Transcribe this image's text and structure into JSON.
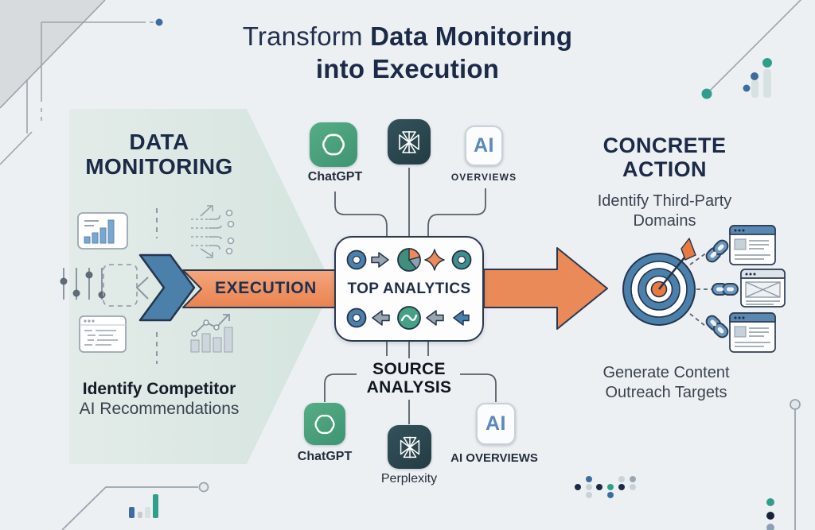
{
  "title": {
    "regular": "Transform ",
    "bold": "Data Monitoring",
    "line2": "into Execution"
  },
  "left_section": {
    "heading1": "DATA",
    "heading2": "MONITORING",
    "caption_bold": "Identify Competitor",
    "caption_regular": "AI Recommendations"
  },
  "flow": {
    "banner_label": "EXECUTION",
    "box_title": "TOP ANALYTICS"
  },
  "ai_tools_top": {
    "chatgpt_label": "ChatGPT",
    "overviews_label": "OVERVIEWS",
    "ai_badge": "AI"
  },
  "source_analysis": {
    "heading1": "SOURCE",
    "heading2": "ANALYSIS",
    "chatgpt_label": "ChatGPT",
    "perplexity_label": "Perplexity",
    "overviews_label": "AI OVERVIEWS",
    "ai_badge": "AI"
  },
  "right_section": {
    "heading1": "CONCRETE",
    "heading2": "ACTION",
    "sub_top1": "Identify Third-Party",
    "sub_top2": "Domains",
    "sub_bottom1": "Generate Content",
    "sub_bottom2": "Outreach Targets"
  },
  "colors": {
    "accent_orange": "#ED8A57",
    "steel_blue": "#4B80AB",
    "teal": "#2F9E8A",
    "navy": "#1B2A47",
    "mint": "#DCE8E3",
    "chatgpt_green": "#4AA47D",
    "perplexity_dark": "#2A464E"
  }
}
